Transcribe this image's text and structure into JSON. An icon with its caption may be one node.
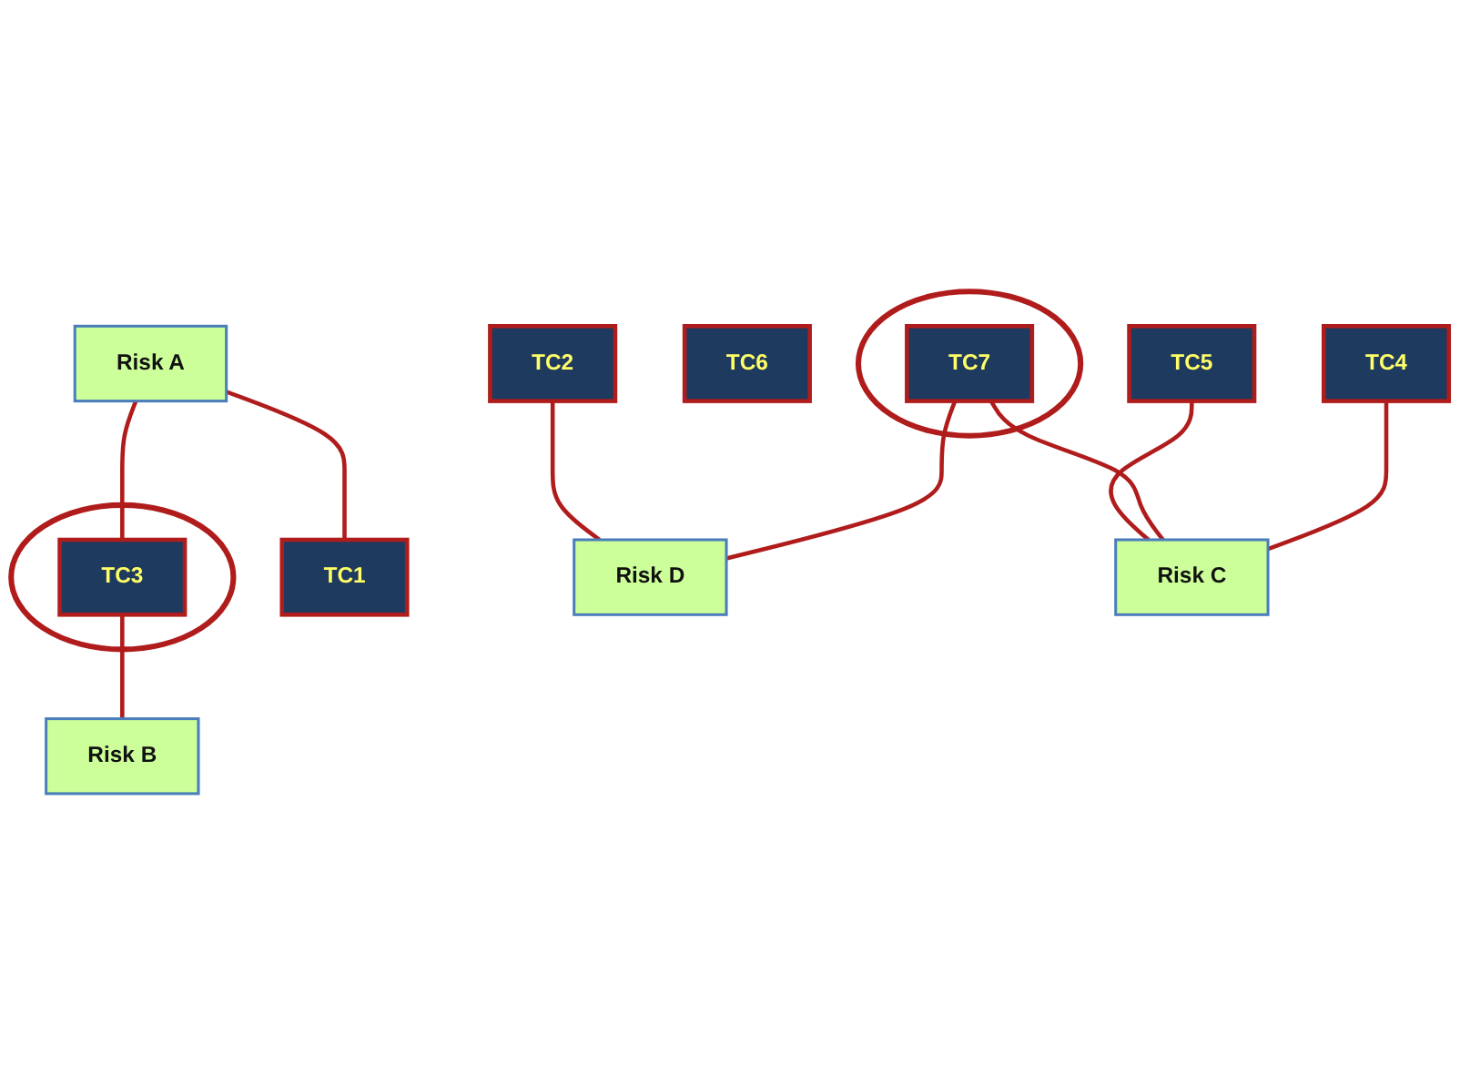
{
  "diagram": {
    "nodes": [
      {
        "text": [
          "Risk A"
        ]
      },
      {
        "text": [
          "Risk B"
        ]
      },
      {
        "text": [],
        "shape": "circle"
      },
      {
        "text": [
          "TC3"
        ],
        "in": 2
      },
      {
        "text": [
          "TC1"
        ]
      },
      {
        "text": [
          "TC6"
        ]
      },
      {
        "text": [
          "TC5"
        ]
      },
      {
        "text": [
          "TC2"
        ]
      },
      {
        "text": [
          "TC4"
        ]
      },
      {
        "text": [],
        "shape": "circle"
      },
      {
        "text": [
          "TC7"
        ],
        "in": 9
      },
      {
        "text": [
          "Risk D"
        ]
      },
      {
        "text": [
          "Risk C"
        ]
      }
    ],
    "edges": [
      {
        "from": 0,
        "to": 3,
        "arrow": "none"
      },
      {
        "from": 3,
        "to": 1,
        "arrow": "none"
      },
      {
        "from": 0,
        "to": 4,
        "arrow": "none"
      },
      {
        "from": 7,
        "to": 11,
        "arrow": "none"
      },
      {
        "from": 10,
        "to": 11,
        "arrow": "none"
      },
      {
        "from": 6,
        "to": 12,
        "arrow": "none"
      },
      {
        "from": 10,
        "to": 12,
        "arrow": "none"
      },
      {
        "from": 8,
        "to": 12,
        "arrow": "none"
      }
    ]
  }
}
